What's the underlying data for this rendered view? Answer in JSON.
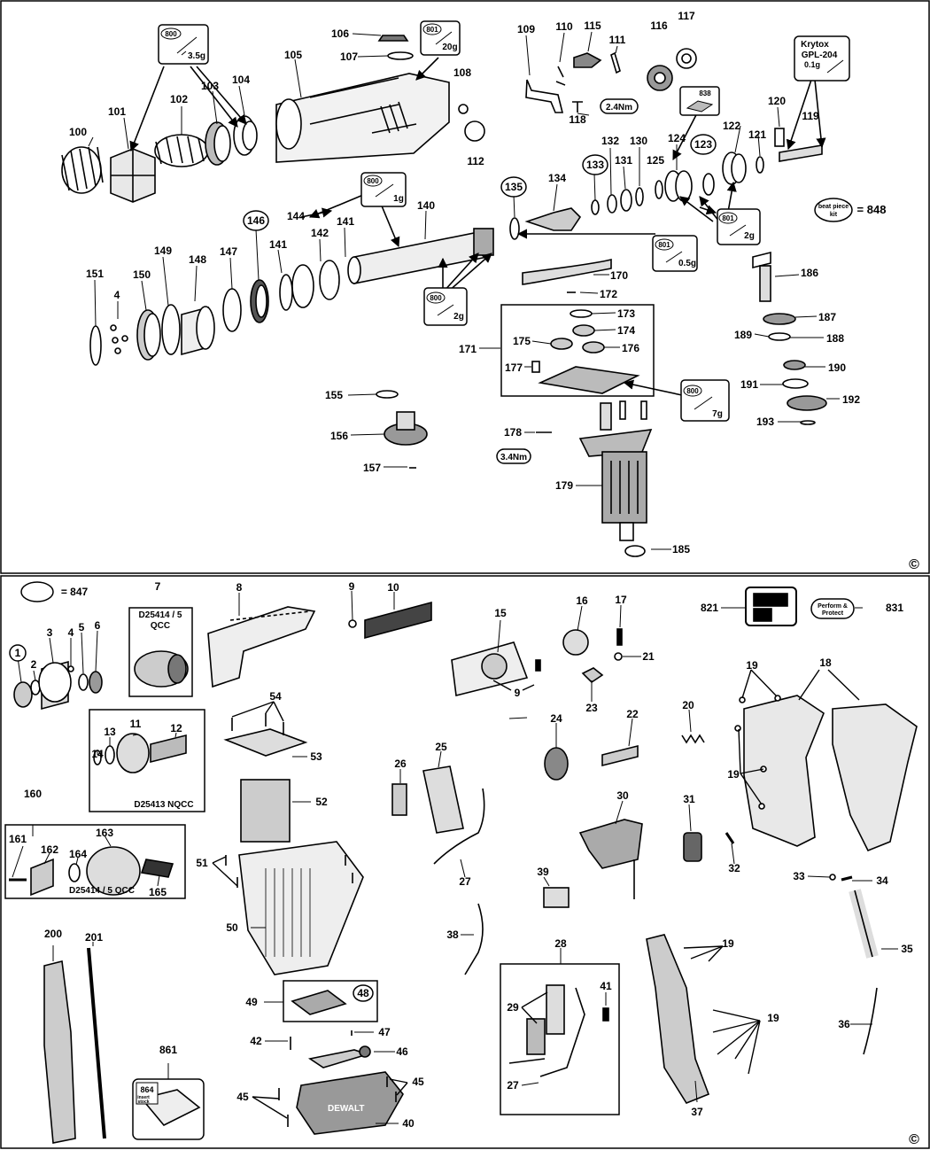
{
  "top_panel": {
    "copyright": "©",
    "labels": [
      {
        "key": "100",
        "text": "100"
      },
      {
        "key": "101",
        "text": "101"
      },
      {
        "key": "102",
        "text": "102"
      },
      {
        "key": "103",
        "text": "103"
      },
      {
        "key": "104",
        "text": "104"
      },
      {
        "key": "105",
        "text": "105"
      },
      {
        "key": "106",
        "text": "106"
      },
      {
        "key": "107",
        "text": "107"
      },
      {
        "key": "108",
        "text": "108"
      },
      {
        "key": "109",
        "text": "109"
      },
      {
        "key": "110",
        "text": "110"
      },
      {
        "key": "111",
        "text": "111"
      },
      {
        "key": "112",
        "text": "112"
      },
      {
        "key": "115",
        "text": "115"
      },
      {
        "key": "116",
        "text": "116"
      },
      {
        "key": "117",
        "text": "117"
      },
      {
        "key": "118",
        "text": "118"
      },
      {
        "key": "119",
        "text": "119"
      },
      {
        "key": "120",
        "text": "120"
      },
      {
        "key": "121",
        "text": "121"
      },
      {
        "key": "122",
        "text": "122"
      },
      {
        "key": "124",
        "text": "124"
      },
      {
        "key": "125",
        "text": "125"
      },
      {
        "key": "130",
        "text": "130"
      },
      {
        "key": "131",
        "text": "131"
      },
      {
        "key": "132",
        "text": "132"
      },
      {
        "key": "134",
        "text": "134"
      },
      {
        "key": "140",
        "text": "140"
      },
      {
        "key": "141a",
        "text": "141"
      },
      {
        "key": "141b",
        "text": "141"
      },
      {
        "key": "142",
        "text": "142"
      },
      {
        "key": "144",
        "text": "144"
      },
      {
        "key": "147",
        "text": "147"
      },
      {
        "key": "148",
        "text": "148"
      },
      {
        "key": "149",
        "text": "149"
      },
      {
        "key": "150",
        "text": "150"
      },
      {
        "key": "151",
        "text": "151"
      },
      {
        "key": "4",
        "text": "4"
      },
      {
        "key": "155",
        "text": "155"
      },
      {
        "key": "156",
        "text": "156"
      },
      {
        "key": "157",
        "text": "157"
      },
      {
        "key": "170",
        "text": "170"
      },
      {
        "key": "171",
        "text": "171"
      },
      {
        "key": "172",
        "text": "172"
      },
      {
        "key": "173",
        "text": "173"
      },
      {
        "key": "174",
        "text": "174"
      },
      {
        "key": "175",
        "text": "175"
      },
      {
        "key": "176",
        "text": "176"
      },
      {
        "key": "177",
        "text": "177"
      },
      {
        "key": "178",
        "text": "178"
      },
      {
        "key": "179",
        "text": "179"
      },
      {
        "key": "185",
        "text": "185"
      },
      {
        "key": "186",
        "text": "186"
      },
      {
        "key": "187",
        "text": "187"
      },
      {
        "key": "188",
        "text": "188"
      },
      {
        "key": "189",
        "text": "189"
      },
      {
        "key": "190",
        "text": "190"
      },
      {
        "key": "191",
        "text": "191"
      },
      {
        "key": "192",
        "text": "192"
      },
      {
        "key": "193",
        "text": "193"
      },
      {
        "key": "848",
        "text": "= 848"
      }
    ],
    "circled_labels": [
      {
        "key": "133",
        "text": "133"
      },
      {
        "key": "135",
        "text": "135"
      },
      {
        "key": "123",
        "text": "123"
      },
      {
        "key": "146",
        "text": "146"
      }
    ],
    "torque_badges": [
      {
        "key": "118",
        "text": "2.4Nm"
      },
      {
        "key": "178",
        "text": "3.4Nm"
      }
    ],
    "grease_boxes": [
      {
        "key": "g1",
        "code": "800",
        "amount": "3.5g"
      },
      {
        "key": "g2",
        "code": "801",
        "amount": "20g"
      },
      {
        "key": "g3",
        "code": "800",
        "amount": "1g"
      },
      {
        "key": "g4",
        "code": "801",
        "amount": "0.5g"
      },
      {
        "key": "g5",
        "code": "800",
        "amount": "2g"
      },
      {
        "key": "g6",
        "code": "801",
        "amount": "2g"
      },
      {
        "key": "g7",
        "code": "800",
        "amount": "7g"
      }
    ],
    "special_box_838": "838",
    "krytox_box": {
      "line1": "Krytox",
      "line2": "GPL-204",
      "line3": "0.1g"
    },
    "beat_piece_kit": {
      "line1": "beat piece",
      "line2": "kit"
    }
  },
  "bottom_panel": {
    "copyright": "©",
    "ellipse_legend": "= 847",
    "labels": [
      {
        "key": "1",
        "text": "1"
      },
      {
        "key": "2",
        "text": "2"
      },
      {
        "key": "3",
        "text": "3"
      },
      {
        "key": "4",
        "text": "4"
      },
      {
        "key": "5",
        "text": "5"
      },
      {
        "key": "6",
        "text": "6"
      },
      {
        "key": "7",
        "text": "7"
      },
      {
        "key": "8",
        "text": "8"
      },
      {
        "key": "9a",
        "text": "9"
      },
      {
        "key": "9b",
        "text": "9"
      },
      {
        "key": "10",
        "text": "10"
      },
      {
        "key": "11",
        "text": "11"
      },
      {
        "key": "12",
        "text": "12"
      },
      {
        "key": "13",
        "text": "13"
      },
      {
        "key": "14",
        "text": "14"
      },
      {
        "key": "15",
        "text": "15"
      },
      {
        "key": "16",
        "text": "16"
      },
      {
        "key": "17",
        "text": "17"
      },
      {
        "key": "18",
        "text": "18"
      },
      {
        "key": "19a",
        "text": "19"
      },
      {
        "key": "19b",
        "text": "19"
      },
      {
        "key": "19c",
        "text": "19"
      },
      {
        "key": "19d",
        "text": "19"
      },
      {
        "key": "20",
        "text": "20"
      },
      {
        "key": "21",
        "text": "21"
      },
      {
        "key": "22",
        "text": "22"
      },
      {
        "key": "23",
        "text": "23"
      },
      {
        "key": "24",
        "text": "24"
      },
      {
        "key": "25",
        "text": "25"
      },
      {
        "key": "26",
        "text": "26"
      },
      {
        "key": "27a",
        "text": "27"
      },
      {
        "key": "27b",
        "text": "27"
      },
      {
        "key": "28",
        "text": "28"
      },
      {
        "key": "29",
        "text": "29"
      },
      {
        "key": "30",
        "text": "30"
      },
      {
        "key": "31",
        "text": "31"
      },
      {
        "key": "32",
        "text": "32"
      },
      {
        "key": "33",
        "text": "33"
      },
      {
        "key": "34",
        "text": "34"
      },
      {
        "key": "35",
        "text": "35"
      },
      {
        "key": "36",
        "text": "36"
      },
      {
        "key": "37",
        "text": "37"
      },
      {
        "key": "38",
        "text": "38"
      },
      {
        "key": "39",
        "text": "39"
      },
      {
        "key": "40",
        "text": "40"
      },
      {
        "key": "41",
        "text": "41"
      },
      {
        "key": "42",
        "text": "42"
      },
      {
        "key": "45a",
        "text": "45"
      },
      {
        "key": "45b",
        "text": "45"
      },
      {
        "key": "46",
        "text": "46"
      },
      {
        "key": "47",
        "text": "47"
      },
      {
        "key": "49",
        "text": "49"
      },
      {
        "key": "50",
        "text": "50"
      },
      {
        "key": "51",
        "text": "51"
      },
      {
        "key": "52",
        "text": "52"
      },
      {
        "key": "53",
        "text": "53"
      },
      {
        "key": "54",
        "text": "54"
      },
      {
        "key": "160",
        "text": "160"
      },
      {
        "key": "161",
        "text": "161"
      },
      {
        "key": "162",
        "text": "162"
      },
      {
        "key": "163",
        "text": "163"
      },
      {
        "key": "164",
        "text": "164"
      },
      {
        "key": "165",
        "text": "165"
      },
      {
        "key": "200",
        "text": "200"
      },
      {
        "key": "201",
        "text": "201"
      },
      {
        "key": "821",
        "text": "821"
      },
      {
        "key": "831",
        "text": "831"
      },
      {
        "key": "861",
        "text": "861"
      }
    ],
    "circled_labels": [
      {
        "key": "1",
        "text": "1"
      },
      {
        "key": "48",
        "text": "48"
      }
    ],
    "kit_boxes": {
      "d25414_qcc_top": {
        "line1": "D25414 / 5",
        "line2": "QCC"
      },
      "d25413": "D25413 NQCC",
      "d25414_qcc_bottom": "D25414 / 5 QCC"
    },
    "perform_protect": {
      "line1": "Perform &",
      "line2": "Protect"
    },
    "case_864": {
      "number": "864",
      "line1": "insert",
      "line2": "stock"
    }
  },
  "colors": {
    "ink": "#000000",
    "paper": "#ffffff",
    "fill": "#dcdcdc",
    "dark": "#555555"
  }
}
